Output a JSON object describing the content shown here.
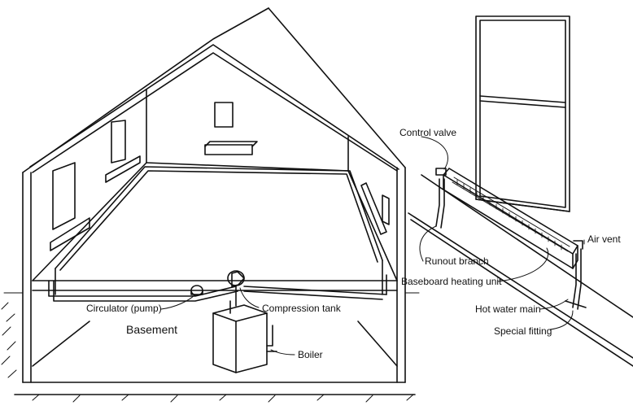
{
  "labels": {
    "control_valve": "Control valve",
    "air_vent": "Air vent",
    "runout_branch": "Runout branch",
    "baseboard_heating_unit": "Baseboard heating unit",
    "hot_water_main": "Hot water main",
    "special_fitting": "Special fitting",
    "circulator": "Circulator (pump)",
    "compression_tank": "Compression tank",
    "basement": "Basement",
    "boiler": "Boiler"
  }
}
